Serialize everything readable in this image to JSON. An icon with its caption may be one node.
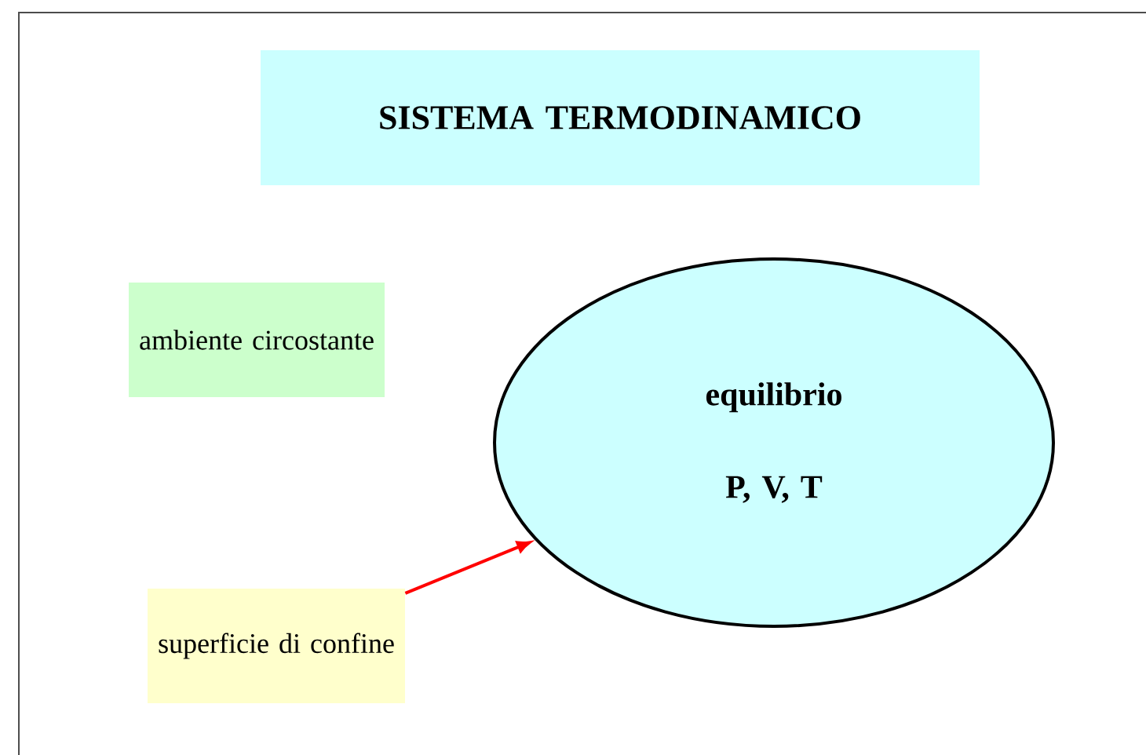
{
  "diagram": {
    "nodes": [
      {
        "text": [
          "SISTEMA TERMODINAMICO"
        ]
      },
      {
        "text": [
          "ambiente circostante"
        ]
      },
      {
        "text": [
          "equilibrio",
          "P, V, T"
        ]
      },
      {
        "text": [
          "superficie di confine"
        ]
      }
    ],
    "edges": [
      {
        "from": 3,
        "to": 2,
        "arrow": "to",
        "color": "#ff0000"
      }
    ]
  }
}
